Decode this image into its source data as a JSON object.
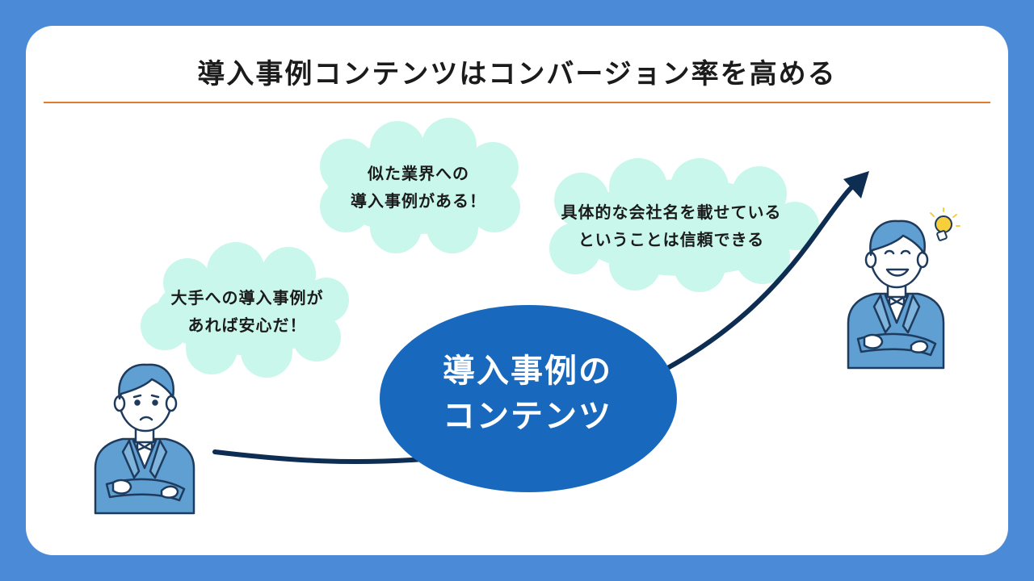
{
  "title": "導入事例コンテンツはコンバージョン率を高める",
  "center": {
    "line1": "導入事例の",
    "line2": "コンテンツ"
  },
  "bubbles": {
    "left": {
      "line1": "大手への導入事例が",
      "line2": "あれば安心だ！"
    },
    "top": {
      "line1": "似た業界への",
      "line2": "導入事例がある！"
    },
    "right": {
      "line1": "具体的な会社名を載せている",
      "line2": "ということは信頼できる"
    }
  },
  "colors": {
    "background": "#4a8ad6",
    "cloud": "#c9f7ec",
    "center_ellipse": "#1869bd",
    "arrow": "#0e2d52",
    "divider": "#e07a2e",
    "person_suit": "#5f9fd1",
    "person_hair": "#5f9fd1"
  },
  "icons": [
    "worried-person-icon",
    "confident-person-icon",
    "lightbulb-icon",
    "growth-arrow-icon"
  ]
}
